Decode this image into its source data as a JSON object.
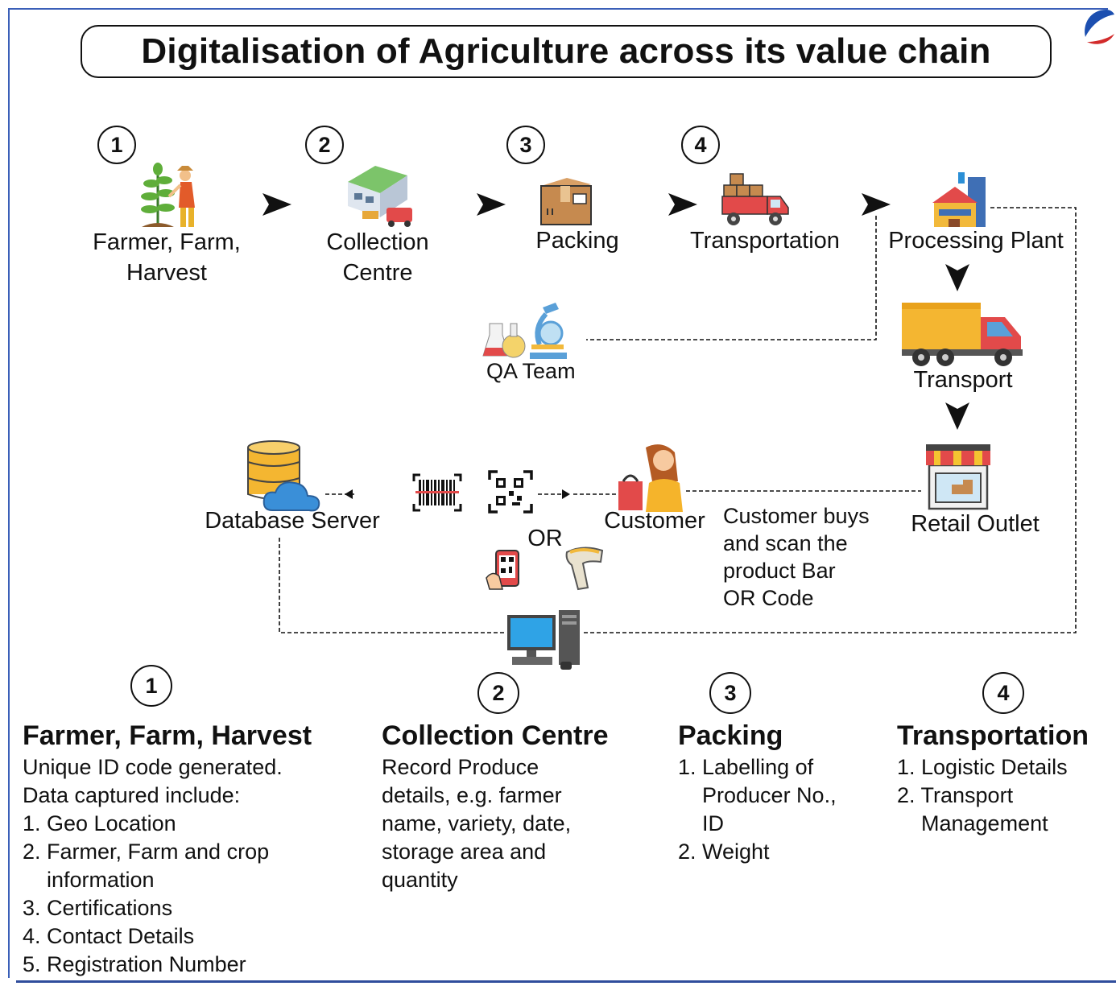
{
  "title": "Digitalisation of Agriculture across its value chain",
  "flow": {
    "steps": [
      {
        "number": "1",
        "label_lines": [
          "Farmer, Farm,",
          "Harvest"
        ],
        "icon": "farmer-icon"
      },
      {
        "number": "2",
        "label_lines": [
          "Collection",
          "Centre"
        ],
        "icon": "warehouse-icon"
      },
      {
        "number": "3",
        "label_lines": [
          "Packing"
        ],
        "icon": "box-icon"
      },
      {
        "number": "4",
        "label_lines": [
          "Transportation"
        ],
        "icon": "truck-icon"
      }
    ],
    "processing_plant": "Processing Plant",
    "qa_team": "QA Team",
    "transport": "Transport",
    "retail_outlet": "Retail Outlet",
    "customer": "Customer",
    "customer_note_lines": [
      "Customer buys",
      "and scan the",
      "product Bar",
      "OR Code"
    ],
    "or_label": "OR",
    "database_server": "Database Server"
  },
  "details": [
    {
      "number": "1",
      "heading": "Farmer, Farm, Harvest",
      "lines": [
        {
          "text": "Unique ID code generated.",
          "indent": false
        },
        {
          "text": "Data captured include:",
          "indent": false
        },
        {
          "text": "1. Geo Location",
          "indent": false
        },
        {
          "text": "2. Farmer, Farm and crop",
          "indent": false
        },
        {
          "text": "information",
          "indent": true
        },
        {
          "text": "3. Certifications",
          "indent": false
        },
        {
          "text": "4. Contact Details",
          "indent": false
        },
        {
          "text": "5. Registration Number",
          "indent": false
        }
      ]
    },
    {
      "number": "2",
      "heading": "Collection Centre",
      "lines": [
        {
          "text": "Record Produce",
          "indent": false
        },
        {
          "text": "details, e.g. farmer",
          "indent": false
        },
        {
          "text": "name, variety, date,",
          "indent": false
        },
        {
          "text": "storage area and",
          "indent": false
        },
        {
          "text": "quantity",
          "indent": false
        }
      ]
    },
    {
      "number": "3",
      "heading": "Packing",
      "lines": [
        {
          "text": "1. Labelling of",
          "indent": false
        },
        {
          "text": "Producer No.,",
          "indent": true
        },
        {
          "text": "ID",
          "indent": true
        },
        {
          "text": "2. Weight",
          "indent": false
        }
      ]
    },
    {
      "number": "4",
      "heading": "Transportation",
      "lines": [
        {
          "text": "1. Logistic Details",
          "indent": false
        },
        {
          "text": "2. Transport",
          "indent": false
        },
        {
          "text": "Management",
          "indent": true
        }
      ]
    }
  ]
}
